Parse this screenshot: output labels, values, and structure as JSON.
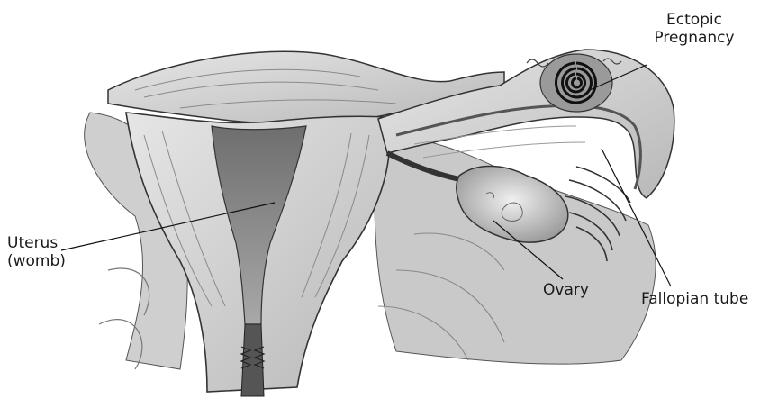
{
  "labels": {
    "ectopic": [
      "Ectopic",
      "Pregnancy"
    ],
    "uterus": [
      "Uterus",
      "(womb)"
    ],
    "ovary": "Ovary",
    "fallopian": "Fallopian tube"
  },
  "colors": {
    "background": "#ffffff",
    "tissue_light": "#d9d9d9",
    "tissue_mid": "#bdbdbd",
    "tissue_dark": "#7a7a7a",
    "cavity": "#8c8c8c",
    "outline": "#333333"
  }
}
